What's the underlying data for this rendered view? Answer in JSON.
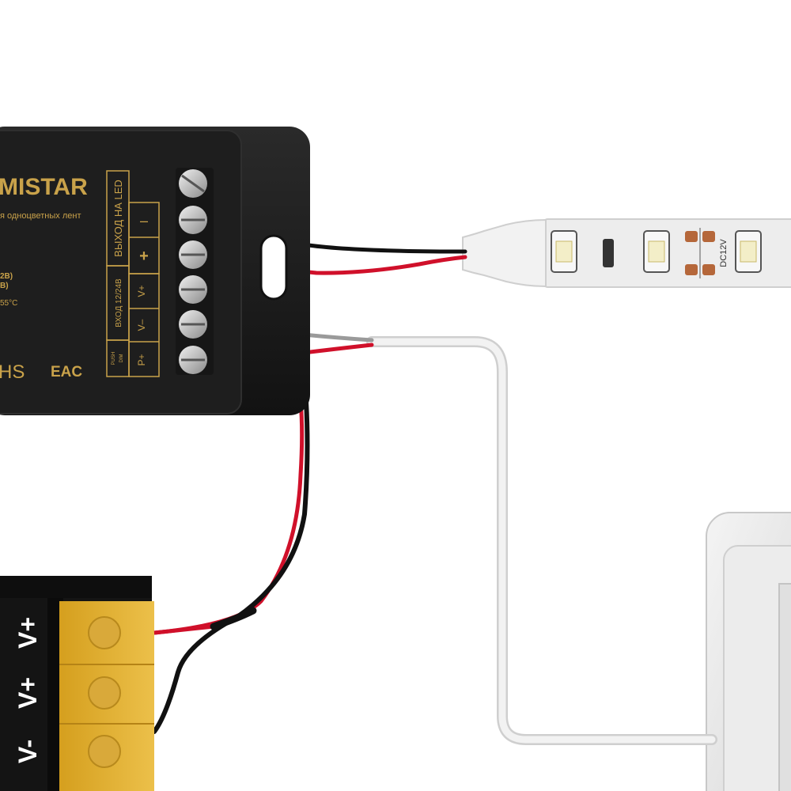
{
  "controller": {
    "brand": "MISTAR",
    "description_partial": "я одноцветных лент",
    "spec_line_1": "2В)",
    "spec_line_2": "В)",
    "temp_partial": "55°C",
    "cert_rohs_partial": "HS",
    "cert_eac": "EAC",
    "label_output": "ВЫХОД НА LED",
    "label_input": "ВХОД 12/24В",
    "label_push_top": "PUSH",
    "label_push_bottom": "DIM",
    "term_minus": "–",
    "term_plus": "+",
    "term_vplus": "V+",
    "term_vminus": "V–",
    "term_pplus": "P+"
  },
  "led_strip": {
    "marking": "DC12V"
  },
  "power_supply": {
    "terminal_top": "V+",
    "terminal_mid": "V+",
    "terminal_bottom": "V-"
  },
  "colors": {
    "housing": "#1b1b1b",
    "gold_text": "#c9a24a",
    "red_wire": "#d0102a",
    "black_wire": "#111111",
    "grey_wire": "#9a9a9a",
    "white_cable": "#e6e6e6",
    "terminal_yellow": "#e2b12e"
  }
}
